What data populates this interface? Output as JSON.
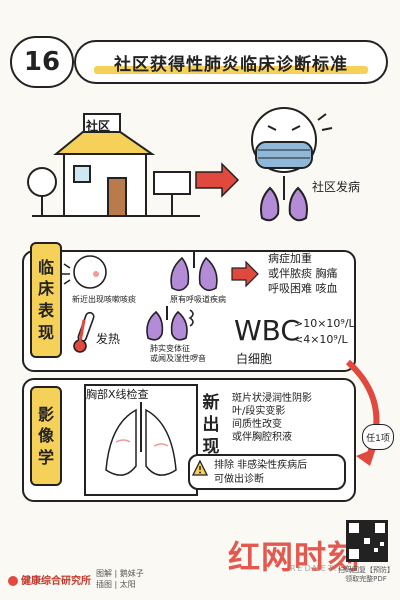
{
  "header": {
    "number": "16",
    "title": "社区获得性肺炎临床诊断标准"
  },
  "top": {
    "house_sign": "社区",
    "onset_label": "社区发病"
  },
  "clinical": {
    "tab": [
      "临",
      "床",
      "表",
      "现"
    ],
    "symptom_cough": "新近出现咳嗽咳痰",
    "symptom_worsen": "原有呼吸道疾病",
    "worsen_result": [
      "病症加重",
      "或伴脓痰 胸痛",
      "呼吸困难 咳血"
    ],
    "fever": "发热",
    "lung_signs": [
      "肺实变体征",
      "或闻及湿性啰音"
    ],
    "wbc_label": "WBC",
    "wbc_cn": "白细胞",
    "wbc_high": ">10×10⁹/L",
    "wbc_low": "<4×10⁹/L"
  },
  "imaging": {
    "tab": [
      "影",
      "像",
      "学"
    ],
    "xray_title": "胸部X线检查",
    "new_label": [
      "新",
      "出",
      "现"
    ],
    "findings": [
      "斑片状浸润性阴影",
      "叶/段实变影",
      "间质性改变",
      "或伴胸腔积液"
    ],
    "warning": [
      "排除 非感染性疾病后",
      "可做出诊断"
    ],
    "any_label": "任1项"
  },
  "footer": {
    "org": "健康综合研究所",
    "credit_text": "图解 | 鹅妹子",
    "credit_illus": "插图 | 太阳",
    "qr_caption": [
      "扫码回复【预防】",
      "领取完整PDF"
    ],
    "watermark": "红网时刻",
    "watermark_sub": "REDNET.CN"
  },
  "colors": {
    "accent_yellow": "#f6d15a",
    "arrow_red": "#e1483e",
    "purple": "#b48bd6",
    "mask_blue": "#8fb8d8"
  }
}
